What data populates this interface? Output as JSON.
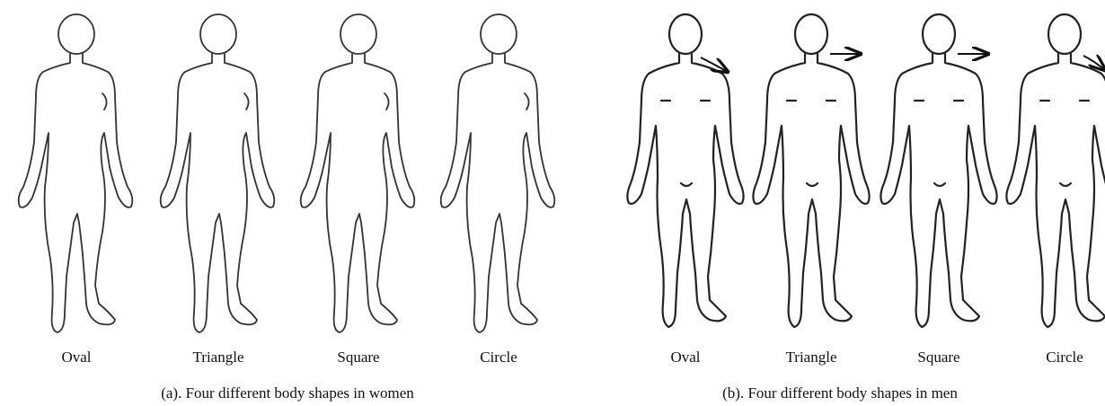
{
  "women": {
    "labels": [
      "Oval",
      "Triangle",
      "Square",
      "Circle"
    ],
    "caption": "(a). Four different  body shapes in women"
  },
  "men": {
    "labels": [
      "Oval",
      "Triangle",
      "Square",
      "Circle"
    ],
    "caption": "(b). Four different  body shapes in men"
  },
  "icons": [
    "female-body-silhouette",
    "male-body-silhouette",
    "shoulder-arrow-icon"
  ]
}
